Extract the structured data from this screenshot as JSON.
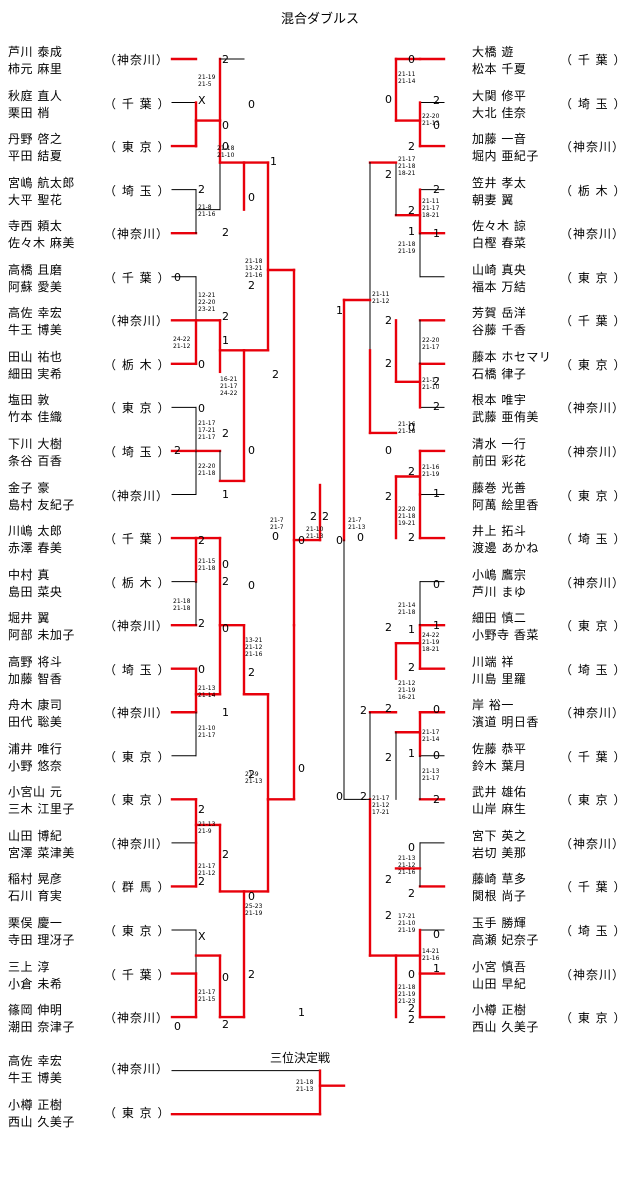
{
  "title": "混合ダブルス",
  "third_place_title": "三位決定戦",
  "left_teams": [
    {
      "p1": "芦川 泰成",
      "p2": "柿元 麻里",
      "pref": "（神奈川）"
    },
    {
      "p1": "秋庭 直人",
      "p2": "栗田 梢",
      "pref": "（ 千 葉 ）"
    },
    {
      "p1": "丹野 啓之",
      "p2": "平田 結夏",
      "pref": "（ 東 京 ）"
    },
    {
      "p1": "宮嶋 航太郎",
      "p2": "大平 聖花",
      "pref": "（ 埼 玉 ）"
    },
    {
      "p1": "寺西 頼太",
      "p2": "佐々木 麻美",
      "pref": "（神奈川）"
    },
    {
      "p1": "高橋 且磨",
      "p2": "阿蘇 愛美",
      "pref": "（ 千 葉 ）"
    },
    {
      "p1": "高佐 幸宏",
      "p2": "牛王 博美",
      "pref": "（神奈川）"
    },
    {
      "p1": "田山 祐也",
      "p2": "細田 実希",
      "pref": "（ 栃 木 ）"
    },
    {
      "p1": "塩田 敦",
      "p2": "竹本 佳織",
      "pref": "（ 東 京 ）"
    },
    {
      "p1": "下川 大樹",
      "p2": "条谷 百香",
      "pref": "（ 埼 玉 ）"
    },
    {
      "p1": "金子 豪",
      "p2": "島村 友紀子",
      "pref": "（神奈川）"
    },
    {
      "p1": "川嶋 太郎",
      "p2": "赤澤 春美",
      "pref": "（ 千 葉 ）"
    },
    {
      "p1": "中村 真",
      "p2": "島田 菜央",
      "pref": "（ 栃 木 ）"
    },
    {
      "p1": "堀井 翼",
      "p2": "阿部 未加子",
      "pref": "（神奈川）"
    },
    {
      "p1": "高野 将斗",
      "p2": "加藤 智香",
      "pref": "（ 埼 玉 ）"
    },
    {
      "p1": "舟木 康司",
      "p2": "田代 聡美",
      "pref": "（神奈川）"
    },
    {
      "p1": "浦井 唯行",
      "p2": "小野 悠奈",
      "pref": "（ 東 京 ）"
    },
    {
      "p1": "小宮山 元",
      "p2": "三木 江里子",
      "pref": "（ 東 京 ）"
    },
    {
      "p1": "山田 博紀",
      "p2": "宮澤 菜津美",
      "pref": "（神奈川）"
    },
    {
      "p1": "稲村 晃彦",
      "p2": "石川 育実",
      "pref": "（ 群 馬 ）"
    },
    {
      "p1": "栗俣 慶一",
      "p2": "寺田 理冴子",
      "pref": "（ 東 京 ）"
    },
    {
      "p1": "三上 淳",
      "p2": "小倉 未希",
      "pref": "（ 千 葉 ）"
    },
    {
      "p1": "篠岡 伸明",
      "p2": "潮田 奈津子",
      "pref": "（神奈川）"
    }
  ],
  "right_teams": [
    {
      "p1": "大橋 遊",
      "p2": "松本 千夏",
      "pref": "（ 千 葉 ）"
    },
    {
      "p1": "大関 修平",
      "p2": "大北 佳奈",
      "pref": "（ 埼 玉 ）"
    },
    {
      "p1": "加藤 一音",
      "p2": "堀内 亜紀子",
      "pref": "（神奈川）"
    },
    {
      "p1": "笠井 孝太",
      "p2": "朝妻 翼",
      "pref": "（ 栃 木 ）"
    },
    {
      "p1": "佐々木 諒",
      "p2": "白樫 春菜",
      "pref": "（神奈川）"
    },
    {
      "p1": "山崎 真央",
      "p2": "福本 万結",
      "pref": "（ 東 京 ）"
    },
    {
      "p1": "芳賀 岳洋",
      "p2": "谷藤 千香",
      "pref": "（ 千 葉 ）"
    },
    {
      "p1": "藤本 ホセマリ",
      "p2": "石橋 律子",
      "pref": "（ 東 京 ）"
    },
    {
      "p1": "根本 唯宇",
      "p2": "武藤 亜侑美",
      "pref": "（神奈川）"
    },
    {
      "p1": "清水 一行",
      "p2": "前田 彩花",
      "pref": "（神奈川）"
    },
    {
      "p1": "藤巻 光善",
      "p2": "阿萬 絵里香",
      "pref": "（ 東 京 ）"
    },
    {
      "p1": "井上 拓斗",
      "p2": "渡邊 あかね",
      "pref": "（ 埼 玉 ）"
    },
    {
      "p1": "小嶋 鷹宗",
      "p2": "芦川 まゆ",
      "pref": "（神奈川）"
    },
    {
      "p1": "細田 慎二",
      "p2": "小野寺 香菜",
      "pref": "（ 東 京 ）"
    },
    {
      "p1": "川端 祥",
      "p2": "川島 里羅",
      "pref": "（ 埼 玉 ）"
    },
    {
      "p1": "岸 裕一",
      "p2": "濱道 明日香",
      "pref": "（神奈川）"
    },
    {
      "p1": "佐藤 恭平",
      "p2": "鈴木 葉月",
      "pref": "（ 千 葉 ）"
    },
    {
      "p1": "武井 雄佑",
      "p2": "山岸 麻生",
      "pref": "（ 東 京 ）"
    },
    {
      "p1": "宮下 英之",
      "p2": "岩切 美那",
      "pref": "（神奈川）"
    },
    {
      "p1": "藤崎 草多",
      "p2": "関根 尚子",
      "pref": "（ 千 葉 ）"
    },
    {
      "p1": "玉手 勝輝",
      "p2": "高瀬 妃奈子",
      "pref": "（ 埼 玉 ）"
    },
    {
      "p1": "小宮 慎吾",
      "p2": "山田 早紀",
      "pref": "（神奈川）"
    },
    {
      "p1": "小樽 正樹",
      "p2": "西山 久美子",
      "pref": "（ 東 京 ）"
    }
  ],
  "third_place_teams": [
    {
      "p1": "高佐 幸宏",
      "p2": "牛王 博美",
      "pref": "（神奈川）"
    },
    {
      "p1": "小樽 正樹",
      "p2": "西山 久美子",
      "pref": "（ 東 京 ）"
    }
  ],
  "game_points": [
    "2",
    "X",
    "0",
    "0",
    "2",
    "0",
    "0",
    "2",
    "1",
    "2",
    "2",
    "0",
    "2",
    "0",
    "1",
    "0",
    "2",
    "2",
    "1",
    "0",
    "2",
    "0",
    "2",
    "0",
    "1",
    "2",
    "0",
    "2",
    "0",
    "0",
    "2",
    "2",
    "0",
    "2",
    "X",
    "0",
    "2",
    "2",
    "1",
    "0",
    "2",
    "0",
    "0",
    "2",
    "2",
    "0",
    "2",
    "0",
    "2",
    "2",
    "1",
    "1",
    "2",
    "2",
    "0",
    "2",
    "2",
    "2",
    "0",
    "2",
    "1",
    "2",
    "0",
    "2",
    "0",
    "2",
    "1",
    "2",
    "0",
    "1",
    "2",
    "2",
    "0",
    "2",
    "1",
    "2",
    "0",
    "2",
    "2",
    "1",
    "0",
    "1",
    "0",
    "2",
    "0",
    "2",
    "0",
    "2",
    "2",
    "0",
    "2"
  ],
  "set_scores": [
    "21-19",
    "21-5",
    "21-18",
    "21-10",
    "21-8",
    "21-16",
    "21-18",
    "13-21",
    "21-16",
    "12-21",
    "22-20",
    "23-21",
    "24-22",
    "21-12",
    "16-21",
    "21-17",
    "24-22",
    "21-17",
    "17-21",
    "21-17",
    "22-20",
    "21-18",
    "21-15",
    "21-18",
    "21-18",
    "21-18",
    "13-21",
    "21-12",
    "21-16",
    "21-13",
    "21-14",
    "21-10",
    "21-17",
    "21-9",
    "21-13",
    "21-13",
    "21-9",
    "21-17",
    "21-12",
    "25-23",
    "21-19",
    "21-17",
    "21-15",
    "21-7",
    "21-7",
    "21-10",
    "21-13",
    "21-11",
    "21-14",
    "22-20",
    "21-13",
    "21-17",
    "21-18",
    "18-21",
    "21-11",
    "21-17",
    "18-21",
    "21-18",
    "21-19",
    "21-11",
    "21-12",
    "22-20",
    "21-17",
    "21-17",
    "21-10",
    "21-16",
    "21-18",
    "21-16",
    "21-19",
    "22-20",
    "21-18",
    "19-21",
    "21-14",
    "21-18",
    "24-22",
    "21-19",
    "18-21",
    "21-12",
    "21-19",
    "16-21",
    "21-17",
    "21-14",
    "21-13",
    "21-17",
    "21-17",
    "21-12",
    "17-21",
    "21-13",
    "21-12",
    "21-16",
    "17-21",
    "21-10",
    "21-19",
    "14-21",
    "21-16",
    "21-18",
    "21-19",
    "21-23",
    "21-7",
    "21-13",
    "21-18",
    "21-13"
  ],
  "accent_color": "#e8000b"
}
